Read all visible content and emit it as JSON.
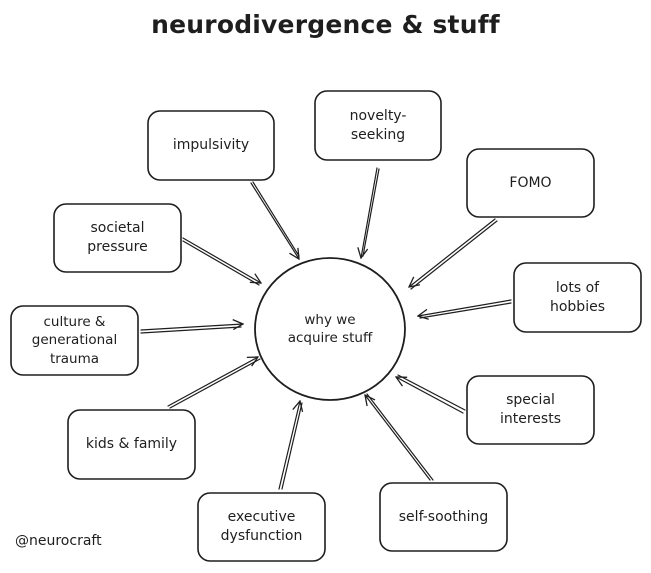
{
  "title": "neurodivergence & stuff",
  "center": {
    "label": "why we\nacquire stuff"
  },
  "nodes": [
    {
      "id": "impulsivity",
      "label": "impulsivity"
    },
    {
      "id": "novelty-seeking",
      "label": "novelty-\nseeking"
    },
    {
      "id": "fomo",
      "label": "FOMO"
    },
    {
      "id": "societal-pressure",
      "label": "societal\npressure"
    },
    {
      "id": "lots-of-hobbies",
      "label": "lots of\nhobbies"
    },
    {
      "id": "culture-generational-trauma",
      "label": "culture &\ngenerational\ntrauma"
    },
    {
      "id": "special-interests",
      "label": "special\ninterests"
    },
    {
      "id": "kids-family",
      "label": "kids & family"
    },
    {
      "id": "self-soothing",
      "label": "self-soothing"
    },
    {
      "id": "executive-dysfunction",
      "label": "executive\ndysfunction"
    }
  ],
  "handle": "@neurocraft",
  "colors": {
    "stroke": "#1e1e1e",
    "background": "#ffffff"
  }
}
